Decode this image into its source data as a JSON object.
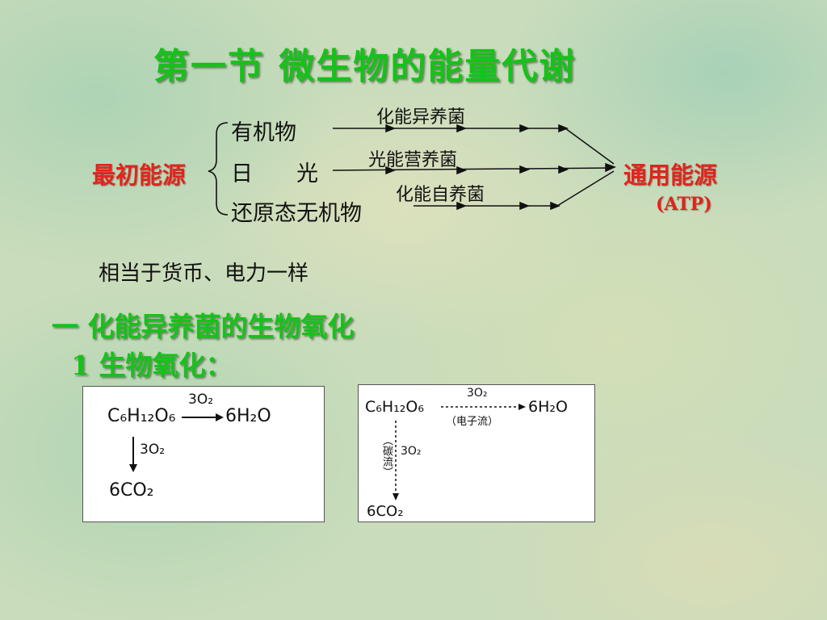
{
  "slide": {
    "title": "第一节  微生物的能量代谢",
    "initial_energy_label": "最初能源",
    "sources": [
      "有机物",
      "日　　光",
      "还原态无机物"
    ],
    "paths": [
      "化能异养菌",
      "光能营养菌",
      "化能自养菌"
    ],
    "common_energy_label": "通用能源",
    "atp_label": "(ATP)",
    "analogy_note": "相当于货币、电力一样",
    "section_heading": "一 化能异养菌的生物氧化",
    "subheading": "1 生物氧化："
  },
  "diagram_left": {
    "reactant": "C₆H₁₂O₆",
    "top_reagent": "3O₂",
    "product_right": "6H₂O",
    "down_reagent": "3O₂",
    "product_down": "6CO₂"
  },
  "diagram_right": {
    "reactant": "C₆H₁₂O₆",
    "top_reagent": "3O₂",
    "flow_label_right": "（电子流）",
    "product_right": "6H₂O",
    "flow_label_down": "（碳流）",
    "down_reagent": "3O₂",
    "product_down": "6CO₂"
  },
  "colors": {
    "title_green": "#16c21a",
    "label_red": "#e0251d"
  }
}
